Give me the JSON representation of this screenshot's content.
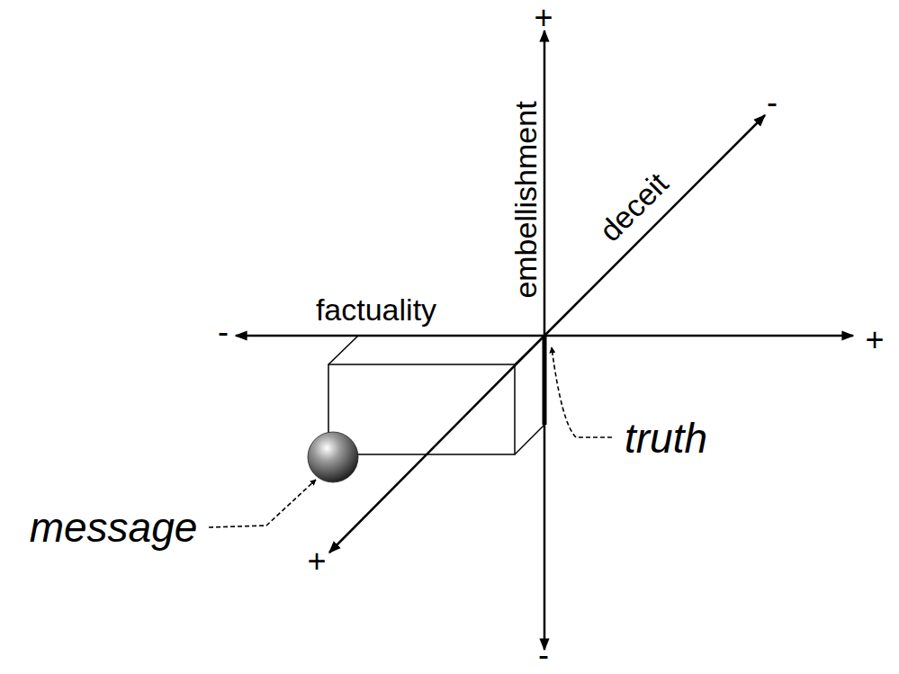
{
  "diagram": {
    "labels": [
      "+",
      "embellishment",
      "-",
      "deceit",
      "factuality",
      "-",
      "+",
      "truth",
      "message",
      "+",
      "-"
    ]
  }
}
